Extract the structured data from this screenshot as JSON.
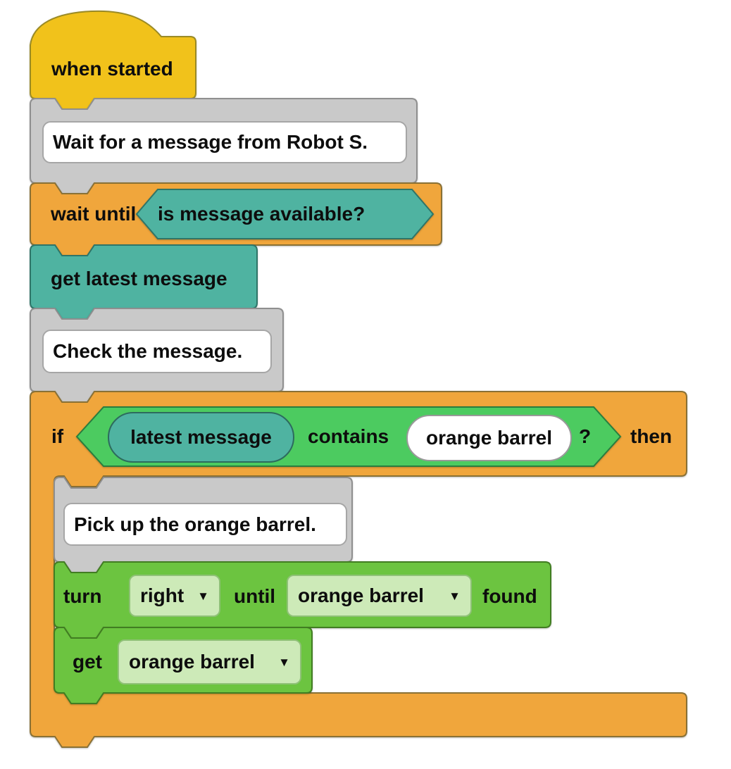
{
  "workspace": {
    "background": "#ffffff"
  },
  "colors": {
    "hat_yellow": "#f1c21b",
    "comment_gray": "#c9c9c9",
    "field_white": "#ffffff",
    "control_orange": "#f0a63c",
    "message_teal": "#4fb3a1",
    "condition_green": "#4ccb60",
    "action_green": "#6cc440",
    "dropdown_light_green": "#cdeab8"
  },
  "ui": {
    "dropdown_arrow": "▼"
  },
  "script": {
    "hat": {
      "label": "when started"
    },
    "comment_wait": {
      "text": "Wait for a message from Robot S."
    },
    "wait_until": {
      "keyword": "wait until",
      "condition": "is message available?"
    },
    "get_latest": {
      "label": "get latest message"
    },
    "comment_check": {
      "text": "Check the message."
    },
    "if_block": {
      "keyword_if": "if",
      "variable": "latest message",
      "operator": "contains",
      "value": "orange barrel",
      "question_mark": "?",
      "keyword_then": "then"
    },
    "comment_pick": {
      "text": "Pick up the orange barrel."
    },
    "turn_block": {
      "keyword": "turn",
      "direction": "right",
      "keyword_until": "until",
      "object": "orange barrel",
      "keyword_found": "found"
    },
    "get_block": {
      "keyword": "get",
      "object": "orange barrel"
    }
  }
}
